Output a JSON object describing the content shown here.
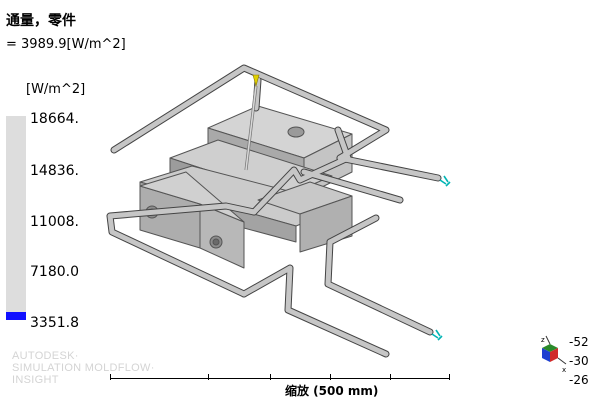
{
  "header": {
    "title": "通量，零件",
    "value_line": "= 3989.9[W/m^2]"
  },
  "legend": {
    "unit": "[W/m^2]",
    "labels": [
      "18664.",
      "14836.",
      "11008.",
      "7180.0",
      "3351.8"
    ],
    "fill_fraction": 0.04,
    "colors": {
      "track": "#dddddd",
      "fill": "#1010ff"
    }
  },
  "watermark": [
    "AUTODESK·",
    "SIMULATION MOLDFLOW·",
    "INSIGHT"
  ],
  "scale": {
    "label": "缩放 (500 mm)"
  },
  "axis_readout": [
    "-52",
    "-30",
    "-26"
  ],
  "triad": {
    "axes": [
      "z",
      "x"
    ]
  },
  "colors": {
    "part": "#b4b4b4",
    "channel": "#c0c0c0",
    "inlet": "#00b4b4",
    "gate": "#e0d000"
  }
}
